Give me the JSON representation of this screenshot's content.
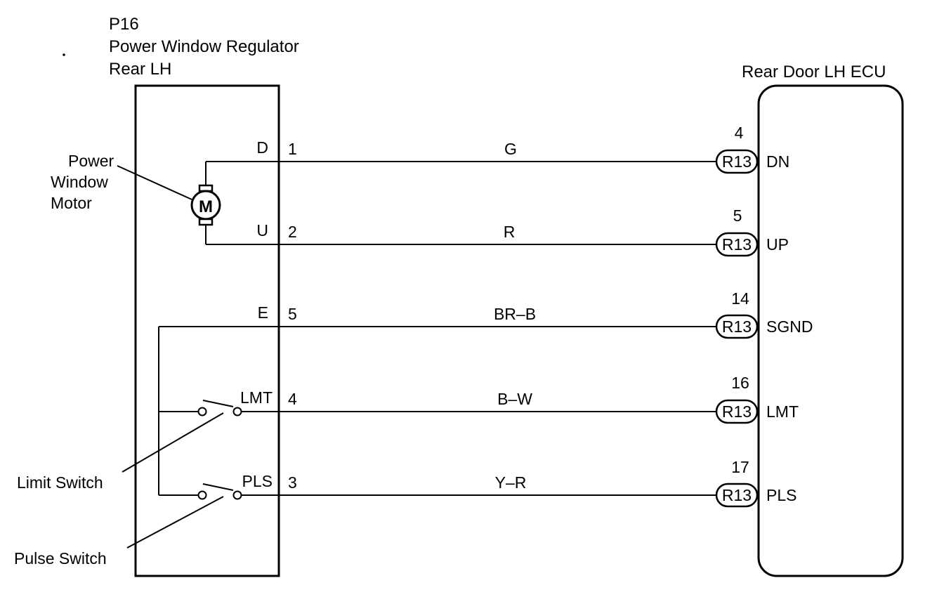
{
  "regulator": {
    "code": "P16",
    "name": "Power Window Regulator",
    "position": "Rear LH"
  },
  "ecu": {
    "name": "Rear Door LH ECU"
  },
  "components": {
    "motor_label": [
      "Power",
      "Window",
      "Motor"
    ],
    "motor_symbol": "M",
    "limit_switch": "Limit Switch",
    "pulse_switch": "Pulse Switch"
  },
  "connector_code": "R13",
  "wires": [
    {
      "reg_term": "D",
      "reg_pin": "1",
      "color": "G",
      "ecu_pin": "4",
      "ecu_term": "DN"
    },
    {
      "reg_term": "U",
      "reg_pin": "2",
      "color": "R",
      "ecu_pin": "5",
      "ecu_term": "UP"
    },
    {
      "reg_term": "E",
      "reg_pin": "5",
      "color": "BR–B",
      "ecu_pin": "14",
      "ecu_term": "SGND"
    },
    {
      "reg_term": "LMT",
      "reg_pin": "4",
      "color": "B–W",
      "ecu_pin": "16",
      "ecu_term": "LMT"
    },
    {
      "reg_term": "PLS",
      "reg_pin": "3",
      "color": "Y–R",
      "ecu_pin": "17",
      "ecu_term": "PLS"
    }
  ]
}
